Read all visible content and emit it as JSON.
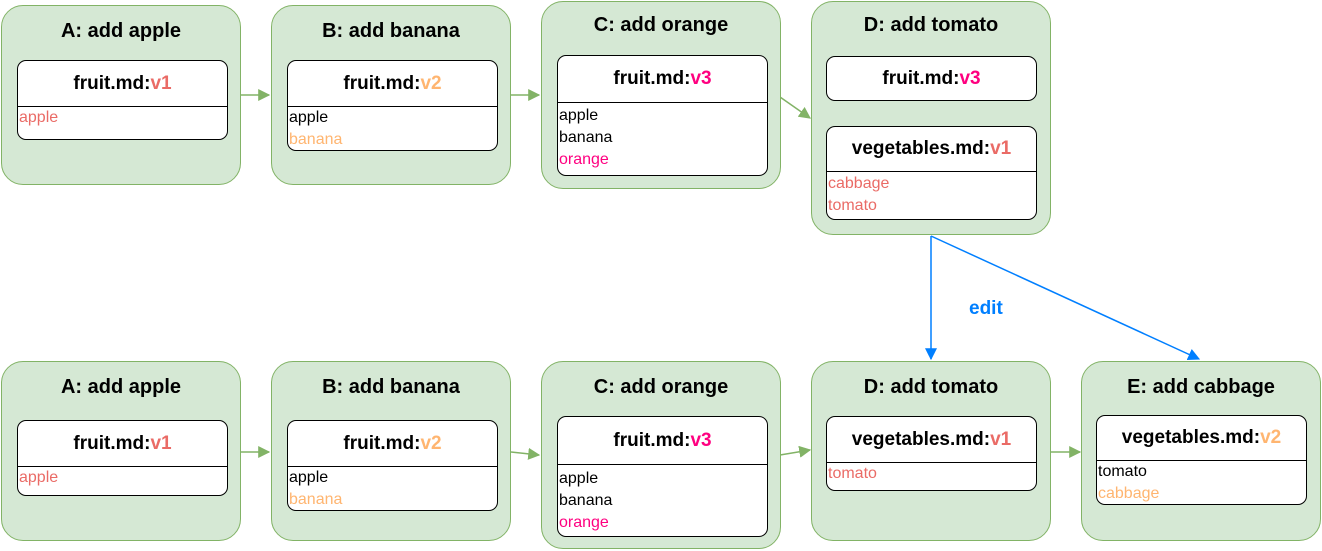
{
  "colors": {
    "v1": "#ea6b66",
    "v2": "#ffb570",
    "v3": "#ff0080",
    "plain": "#000000",
    "edge": "#82b366",
    "edit_edge": "#007fff"
  },
  "top": {
    "a": {
      "title": "A: add apple",
      "file": {
        "name": "fruit.md:",
        "version": "v1"
      },
      "lines": [
        {
          "text": "apple",
          "tone": "v1"
        }
      ]
    },
    "b": {
      "title": "B: add banana",
      "file": {
        "name": "fruit.md:",
        "version": "v2"
      },
      "lines": [
        {
          "text": "apple",
          "tone": "plain"
        },
        {
          "text": "banana",
          "tone": "v2"
        }
      ]
    },
    "c": {
      "title": "C: add orange",
      "file": {
        "name": "fruit.md:",
        "version": "v3"
      },
      "lines": [
        {
          "text": "apple",
          "tone": "plain"
        },
        {
          "text": "banana",
          "tone": "plain"
        },
        {
          "text": "orange",
          "tone": "v3"
        }
      ]
    },
    "d": {
      "title": "D: add tomato",
      "file": {
        "name": "fruit.md:",
        "version": "v3"
      },
      "file2": {
        "name": "vegetables.md:",
        "version": "v1"
      },
      "lines2": [
        {
          "text": "cabbage",
          "tone": "v1"
        },
        {
          "text": "tomato",
          "tone": "v1"
        }
      ]
    }
  },
  "bottom": {
    "a": {
      "title": "A: add apple",
      "file": {
        "name": "fruit.md:",
        "version": "v1"
      },
      "lines": [
        {
          "text": "apple",
          "tone": "v1"
        }
      ]
    },
    "b": {
      "title": "B: add banana",
      "file": {
        "name": "fruit.md:",
        "version": "v2"
      },
      "lines": [
        {
          "text": "apple",
          "tone": "plain"
        },
        {
          "text": "banana",
          "tone": "v2"
        }
      ]
    },
    "c": {
      "title": "C: add orange",
      "file": {
        "name": "fruit.md:",
        "version": "v3"
      },
      "lines": [
        {
          "text": "apple",
          "tone": "plain"
        },
        {
          "text": "banana",
          "tone": "plain"
        },
        {
          "text": "orange",
          "tone": "v3"
        }
      ]
    },
    "d": {
      "title": "D: add tomato",
      "file": {
        "name": "vegetables.md:",
        "version": "v1"
      },
      "lines": [
        {
          "text": "tomato",
          "tone": "v1"
        }
      ]
    },
    "e": {
      "title": "E: add cabbage",
      "file": {
        "name": "vegetables.md:",
        "version": "v2"
      },
      "lines": [
        {
          "text": "tomato",
          "tone": "plain"
        },
        {
          "text": "cabbage",
          "tone": "v2"
        }
      ]
    }
  },
  "edit_label": "edit"
}
